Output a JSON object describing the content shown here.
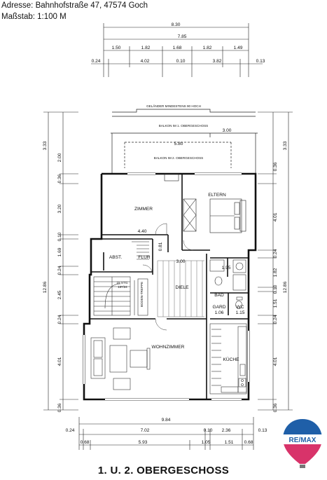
{
  "header": {
    "address": "Adresse: Bahnhofstraße 47, 47574 Goch",
    "scale": "Maßstab: 1:100 M"
  },
  "title": "1. U. 2. OBERGESCHOSS",
  "logo": {
    "text": "RE/MAX",
    "balloon_color": "#d8336a",
    "band_color": "#1f5fa8"
  },
  "dims_top": {
    "total": "8.30",
    "inner": "7.85",
    "row2": [
      "1.50",
      "1.82",
      "1.68",
      "1.82",
      "1.49"
    ],
    "row3": [
      "0.24",
      "4.02",
      "0.10",
      "3.82",
      "0.13"
    ]
  },
  "dims_bottom": {
    "total": "9.84",
    "row2": [
      "0.24",
      "7.02",
      "0.10",
      "2.36",
      "0.13"
    ],
    "row3": [
      "0.68",
      "5.93",
      "1.05",
      "1.51",
      "0.68"
    ]
  },
  "dims_left": {
    "total": "12.86",
    "parts": [
      "3.33",
      "2.00",
      "0.36",
      "3.20",
      "0.10",
      "1.69",
      "0.24",
      "2.45",
      "0.24",
      "4.01",
      "0.36"
    ]
  },
  "dims_right": {
    "total": "12.86",
    "parts": [
      "3.33",
      "0.36",
      "4.01",
      "0.24",
      "1.82",
      "0.10",
      "1.51",
      "0.24",
      "4.01",
      "0.36"
    ]
  },
  "notes": {
    "railing": "GELÄNDER MINDESTENS 90 HOCH",
    "balcony1": "BALKON IM 1. OBERGESCHOSS",
    "balcony2": "BALKON IM 2. OBERGESCHOSS",
    "balcony1_dim": "3.00",
    "balcony2_dim": "5.80"
  },
  "rooms": {
    "zimmer": "ZIMMER",
    "eltern": "ELTERN",
    "abst": "ABST.",
    "flur": "FLUR",
    "diele": "DIELE",
    "bad": "BAD",
    "gard": "GARD",
    "wc": "WC",
    "wohnzimmer": "WOHNZIMMER",
    "kueche": "KÜCHE",
    "bodentreppe": "BODEN-TREPPE",
    "stair_note_1": "15 STG.",
    "stair_note_2": "18⁸/24"
  },
  "room_dims": {
    "zimmer_width": "4.40",
    "flur_width": "0.81",
    "diele_width": "3.00",
    "bad_width": "1.95",
    "gard_width": "1.06",
    "wc_width": "1.15"
  }
}
